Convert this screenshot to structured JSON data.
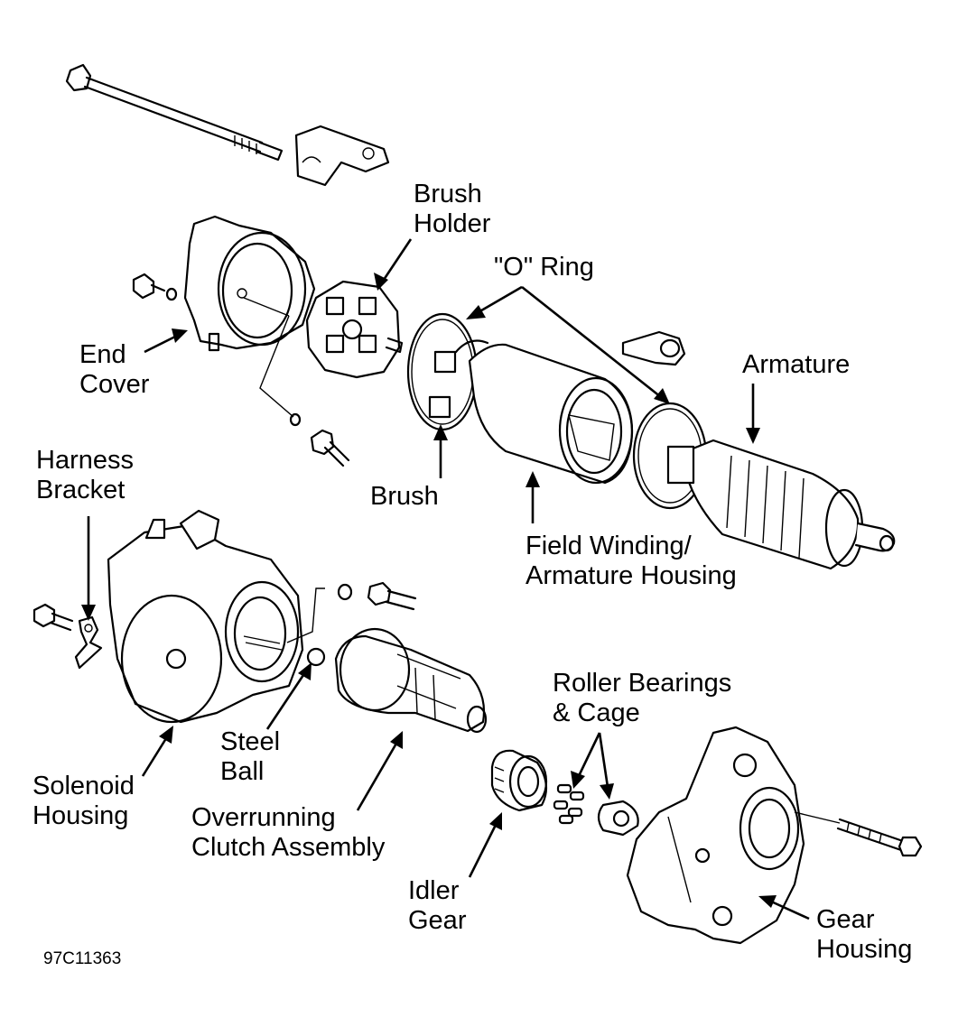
{
  "figure_code": "97C11363",
  "labels": {
    "brush_holder": [
      "Brush",
      "Holder"
    ],
    "o_ring": "\"O\" Ring",
    "end_cover": [
      "End",
      "Cover"
    ],
    "armature": "Armature",
    "harness_bracket": [
      "Harness",
      "Bracket"
    ],
    "brush": "Brush",
    "field_winding": [
      "Field Winding/",
      "Armature Housing"
    ],
    "roller_bearings": [
      "Roller Bearings",
      "& Cage"
    ],
    "steel_ball": [
      "Steel",
      "Ball"
    ],
    "solenoid_housing": [
      "Solenoid",
      "Housing"
    ],
    "overrunning_clutch": [
      "Overrunning",
      "Clutch Assembly"
    ],
    "idler_gear": [
      "Idler",
      "Gear"
    ],
    "gear_housing": [
      "Gear",
      "Housing"
    ]
  }
}
